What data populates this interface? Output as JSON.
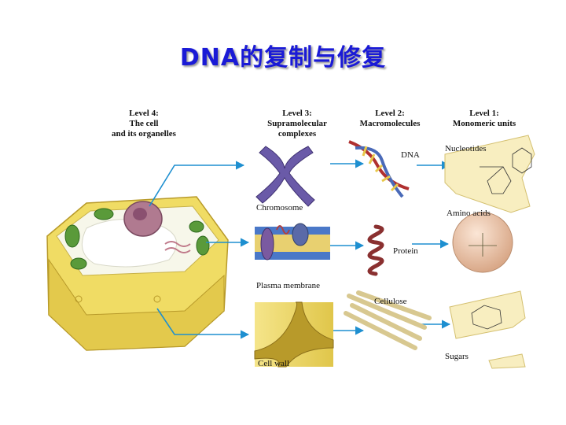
{
  "slide": {
    "title": "DNA的复制与修复"
  },
  "levels": {
    "level4": {
      "l1": "Level 4:",
      "l2": "The cell",
      "l3": "and its organelles"
    },
    "level3": {
      "l1": "Level 3:",
      "l2": "Supramolecular",
      "l3": "complexes"
    },
    "level2": {
      "l1": "Level 2:",
      "l2": "Macromolecules"
    },
    "level1": {
      "l1": "Level 1:",
      "l2": "Monomeric units"
    }
  },
  "labels": {
    "chromosome": "Chromosome",
    "plasma_membrane": "Plasma membrane",
    "cell_wall": "Cell wall",
    "dna": "DNA",
    "protein": "Protein",
    "cellulose": "Cellulose",
    "nucleotides": "Nucleotides",
    "amino_acids": "Amino acids",
    "sugars": "Sugars"
  },
  "colors": {
    "title": "#1a1ad6",
    "arrow": "#1e8fd0",
    "cell_wall": "#f0dc64",
    "chloroplast": "#5a9a3a",
    "nucleus": "#b07a90",
    "chromosome": "#6a5aa8",
    "membrane_blue": "#4a78c8",
    "protein": "#8a3030"
  }
}
